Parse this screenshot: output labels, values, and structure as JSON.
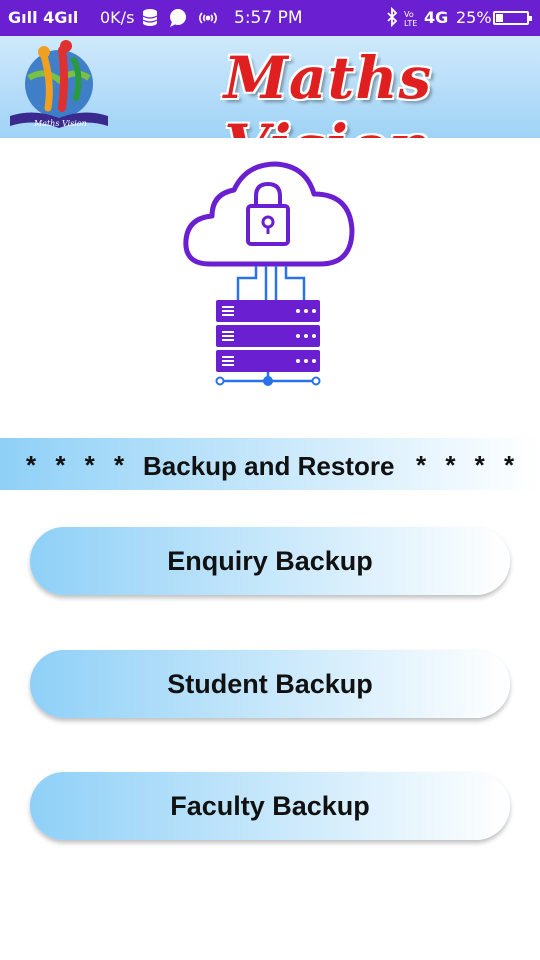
{
  "status_bar": {
    "signal": "Gıll 4Gıl",
    "net_speed": "0K/s",
    "time": "5:57 PM",
    "network": "4G",
    "battery": "25%"
  },
  "header": {
    "title": "Maths Vision",
    "logo_text": "Maths Vision"
  },
  "section": {
    "stars_left": "* * * *",
    "title": "Backup and Restore",
    "stars_right": "* * * *"
  },
  "buttons": {
    "enquiry": "Enquiry Backup",
    "student": "Student Backup",
    "faculty": "Faculty Backup"
  },
  "colors": {
    "status_bar": "#6a1fd0",
    "title_red": "#e02020",
    "button_blue": "#8fd0f7",
    "icon_purple": "#6a1fd0",
    "icon_blue": "#2a72e8"
  },
  "icons": [
    "cloud-lock-icon",
    "server-icon",
    "bluetooth-icon",
    "chat-icon",
    "hotspot-icon",
    "database-icon"
  ]
}
